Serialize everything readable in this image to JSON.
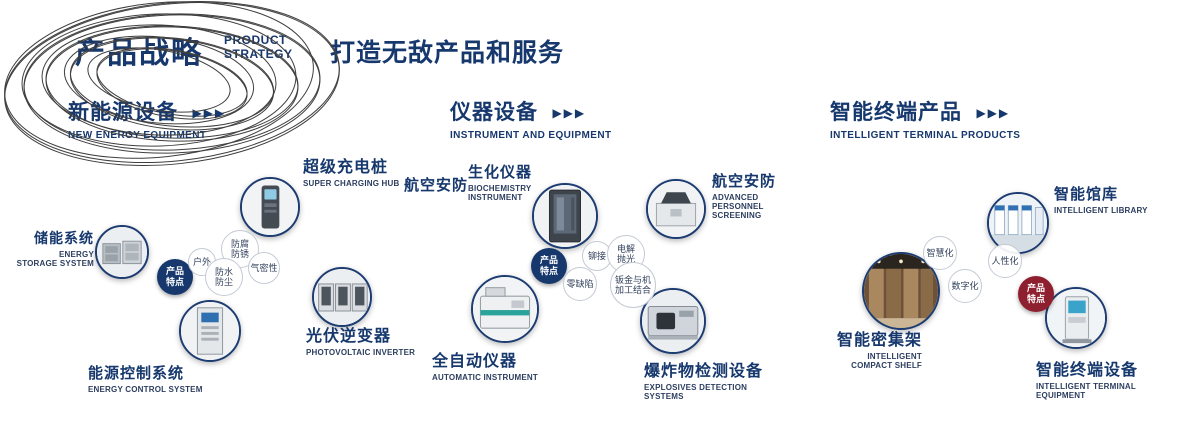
{
  "header": {
    "title_cn": "产品战略",
    "title_en_line1": "PRODUCT",
    "title_en_line2": "STRATEGY",
    "slogan": "打造无敌产品和服务"
  },
  "arrows": "▶▶▶",
  "badge_label": "产品特点",
  "colors": {
    "navy": "#16386d",
    "badge_red": "#8e1f2e",
    "ring": "#3f3f3f"
  },
  "sections": [
    {
      "title_cn": "新能源设备",
      "title_en": "NEW ENERGY EQUIPMENT",
      "items": [
        {
          "cn": "储能系统",
          "en": "ENERGY STORAGE SYSTEM"
        },
        {
          "cn": "超级充电桩",
          "en": "SUPER CHARGING HUB"
        },
        {
          "cn": "光伏逆变器",
          "en": "PHOTOVOLTAIC INVERTER"
        },
        {
          "cn": "能源控制系统",
          "en": "ENERGY CONTROL SYSTEM"
        }
      ],
      "tags": [
        "户外",
        "防腐防锈",
        "气密性",
        "防水防尘"
      ]
    },
    {
      "title_cn": "仪器设备",
      "title_en": "INSTRUMENT AND EQUIPMENT",
      "extra_label": "航空安防",
      "items": [
        {
          "cn": "生化仪器",
          "en": "BIOCHEMISTRY INSTRUMENT"
        },
        {
          "cn": "航空安防",
          "en": "ADVANCED PERSONNEL SCREENING"
        },
        {
          "cn": "全自动仪器",
          "en": "AUTOMATIC INSTRUMENT"
        },
        {
          "cn": "爆炸物检测设备",
          "en": "EXPLOSIVES DETECTION SYSTEMS"
        }
      ],
      "tags": [
        "铆接",
        "电解抛光",
        "零缺陷",
        "钣金与机加工结合"
      ]
    },
    {
      "title_cn": "智能终端产品",
      "title_en": "INTELLIGENT TERMINAL PRODUCTS",
      "items": [
        {
          "cn": "智能馆库",
          "en": "INTELLIGENT LIBRARY"
        },
        {
          "cn": "智能密集架",
          "en": "INTELLIGENT COMPACT SHELF"
        },
        {
          "cn": "智能终端设备",
          "en": "INTELLIGENT TERMINAL EQUIPMENT"
        }
      ],
      "tags": [
        "智慧化",
        "人性化",
        "数字化"
      ]
    }
  ]
}
